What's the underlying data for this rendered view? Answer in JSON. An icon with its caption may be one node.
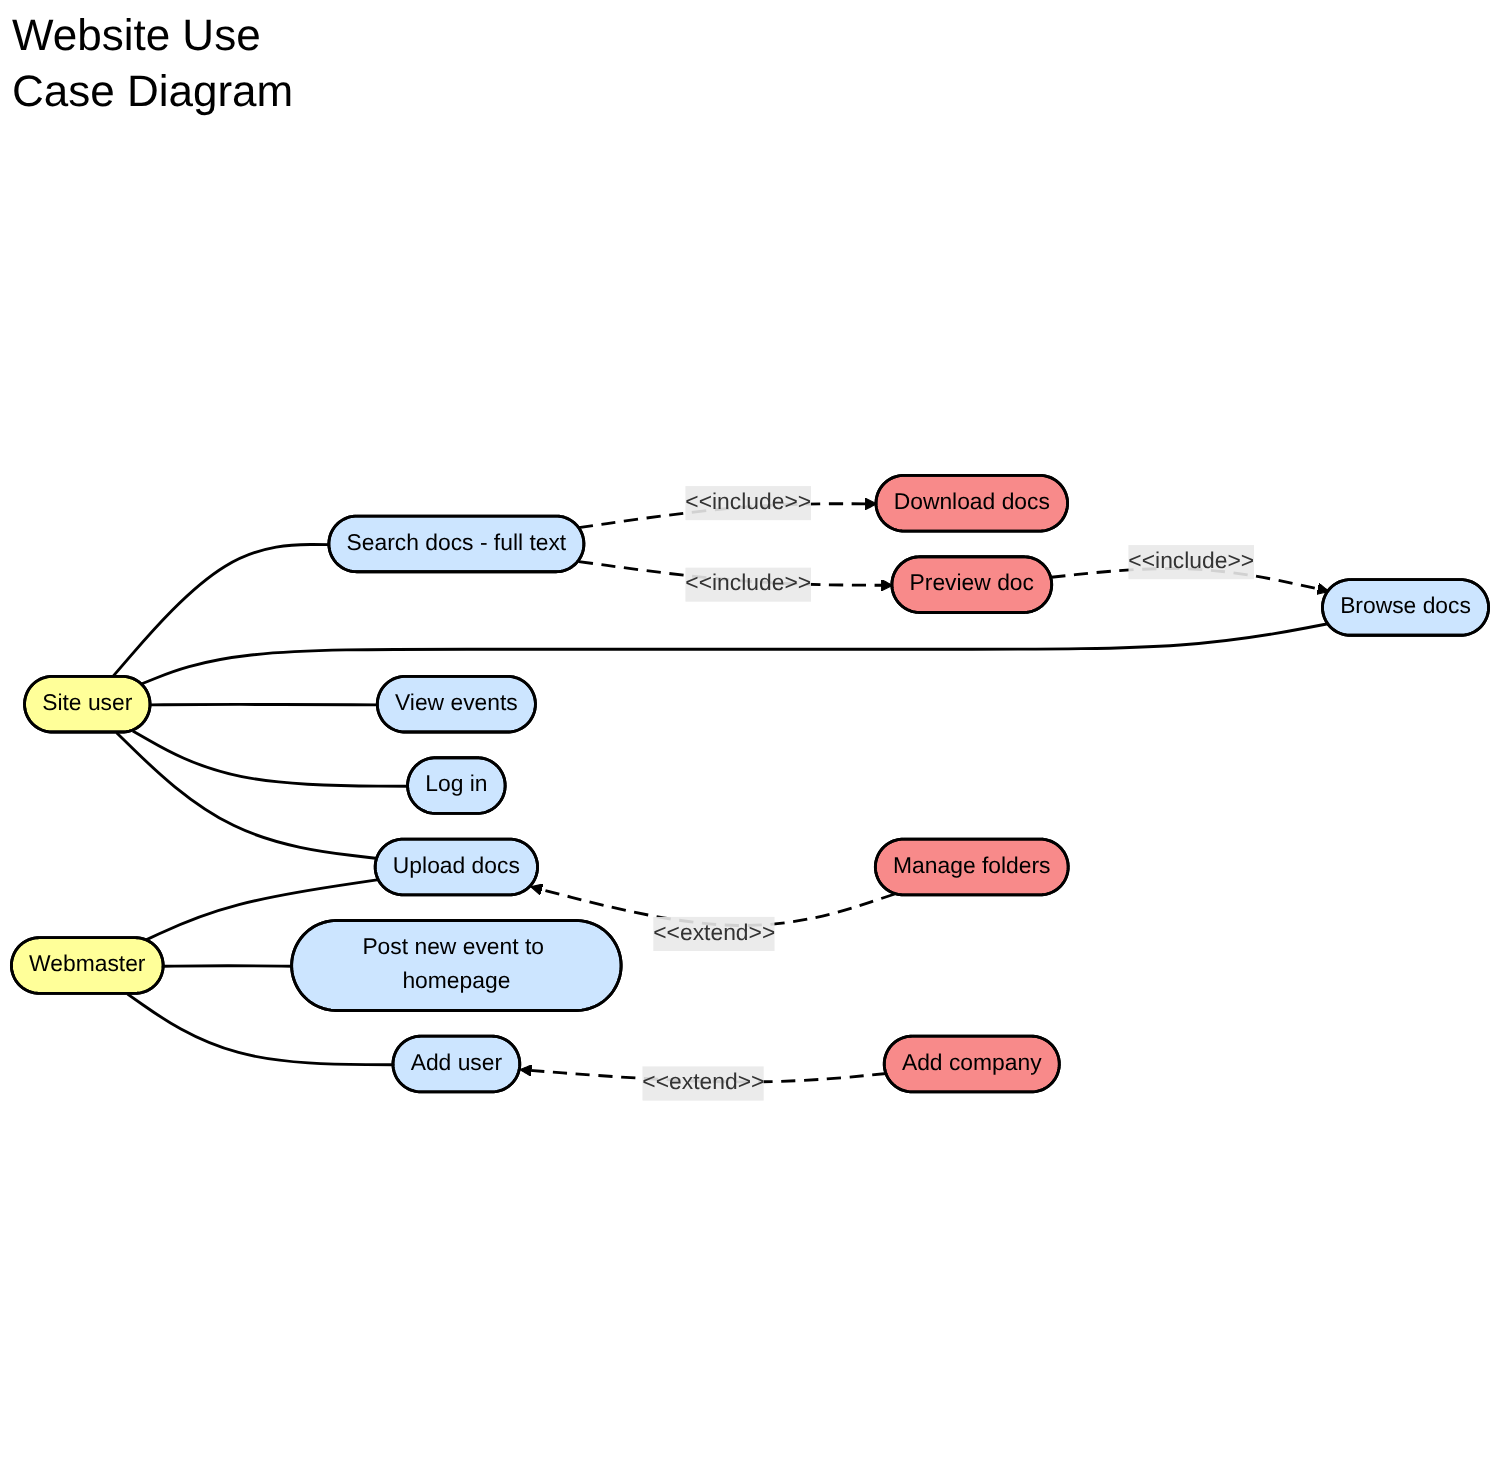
{
  "diagram": {
    "title": "Website Use Case Diagram",
    "nodes": [
      {
        "text": [
          "Site user"
        ]
      },
      {
        "text": [
          "Webmaster"
        ]
      },
      {
        "text": [
          "Search docs - full text"
        ]
      },
      {
        "text": [
          "Browse docs"
        ]
      },
      {
        "text": [
          "View events"
        ]
      },
      {
        "text": [
          "Log in"
        ]
      },
      {
        "text": [
          "Upload docs"
        ]
      },
      {
        "text": [
          "Post new event to homepage"
        ]
      },
      {
        "text": [
          "Add user"
        ]
      },
      {
        "text": [
          "Download docs"
        ]
      },
      {
        "text": [
          "Preview doc"
        ]
      },
      {
        "text": [
          "Manage folders"
        ]
      },
      {
        "text": [
          "Add company"
        ]
      }
    ],
    "edges": [
      {
        "from": 0,
        "to": 2,
        "arrow": "none"
      },
      {
        "from": 0,
        "to": 3,
        "arrow": "none"
      },
      {
        "from": 0,
        "to": 4,
        "arrow": "none"
      },
      {
        "from": 0,
        "to": 5,
        "arrow": "none"
      },
      {
        "from": 0,
        "to": 6,
        "arrow": "none"
      },
      {
        "from": 1,
        "to": 6,
        "arrow": "none"
      },
      {
        "from": 1,
        "to": 7,
        "arrow": "none"
      },
      {
        "from": 1,
        "to": 8,
        "arrow": "none"
      },
      {
        "from": 2,
        "to": 9,
        "arrow": "to",
        "label": "<<include>>",
        "style": "dashed"
      },
      {
        "from": 2,
        "to": 10,
        "arrow": "to",
        "label": "<<include>>",
        "style": "dashed"
      },
      {
        "from": 10,
        "to": 3,
        "arrow": "to",
        "label": "<<include>>",
        "style": "dashed"
      },
      {
        "from": 11,
        "to": 6,
        "arrow": "to",
        "label": "<<extend>>",
        "style": "dashed"
      },
      {
        "from": 12,
        "to": 8,
        "arrow": "to",
        "label": "<<extend>>",
        "style": "dashed"
      }
    ]
  }
}
